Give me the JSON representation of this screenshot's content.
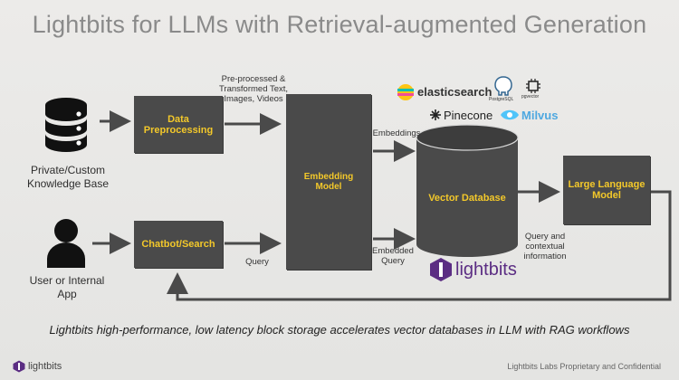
{
  "title": "Lightbits for LLMs with Retrieval-augmented Generation",
  "nodes": {
    "data_preprocessing": "Data Preprocessing",
    "chatbot_search": "Chatbot/Search",
    "embedding_model": "Embedding Model",
    "vector_database": "Vector Database",
    "large_language_model": "Large Language Model"
  },
  "sources": {
    "knowledge_base": "Private/Custom Knowledge Base",
    "user": "User or Internal App"
  },
  "edge_labels": {
    "preprocessed": "Pre-processed & Transformed Text, Images, Videos",
    "query": "Query",
    "embeddings": "Embeddings",
    "embedded_query": "Embedded Query",
    "query_context": "Query and contextual information"
  },
  "vendor_logos": {
    "elasticsearch": "elasticsearch",
    "postgres": "PostgreSQL",
    "pgvector": "pgvector",
    "pinecone": "Pinecone",
    "milvus": "Milvus",
    "lightbits": "lightbits"
  },
  "caption": "Lightbits high-performance, low latency block storage accelerates vector databases in LLM with RAG workflows",
  "footer": {
    "logo": "lightbits",
    "right": "Lightbits Labs Proprietary and Confidential"
  },
  "colors": {
    "box_fill": "#4a4a4a",
    "box_text": "#f3c82a",
    "arrow": "#4a4a4a",
    "lightbits_purple": "#5b2d83"
  }
}
